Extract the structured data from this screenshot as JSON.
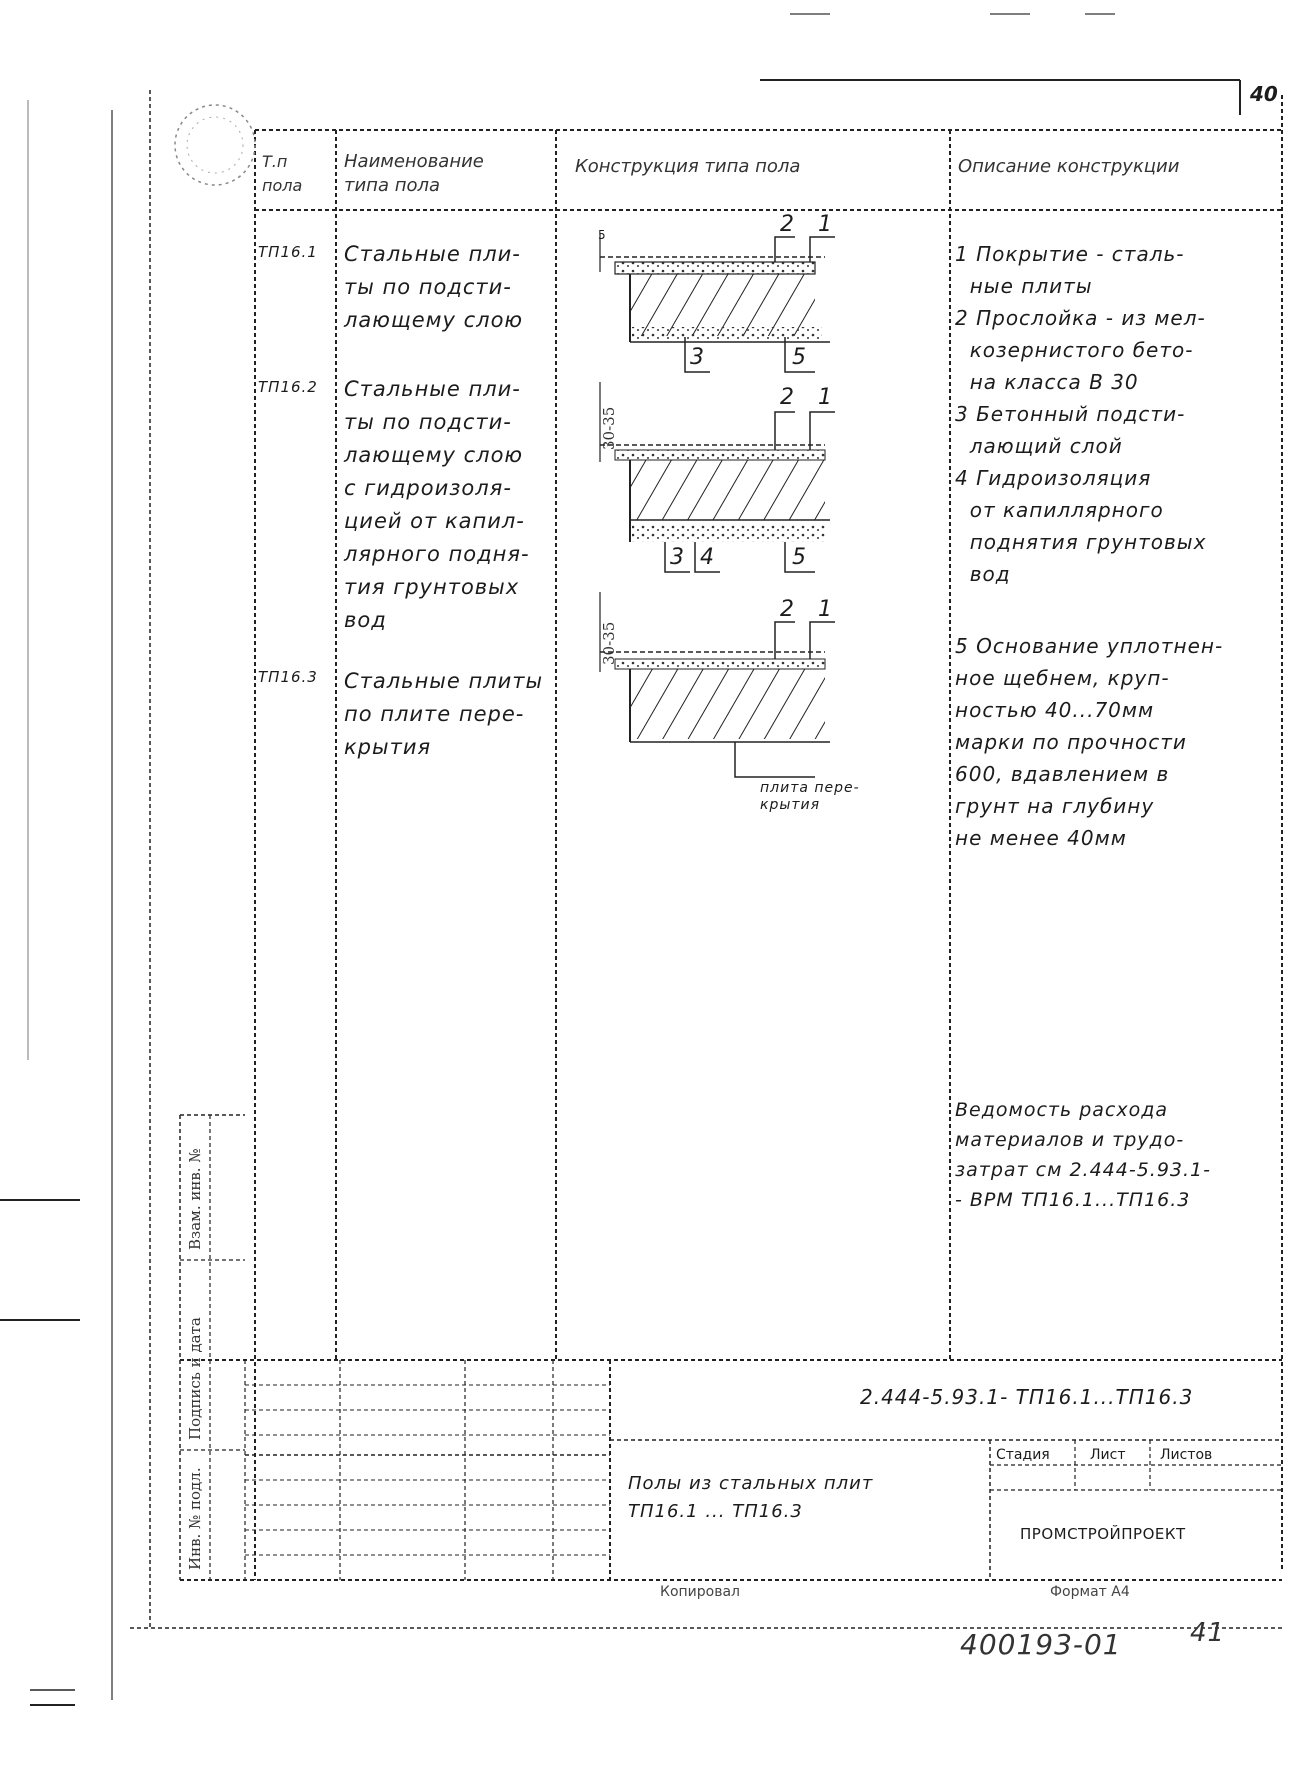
{
  "page": {
    "sheet_number": "40",
    "bottom_stamp": "400193-01",
    "bottom_page": "41"
  },
  "table": {
    "headers": {
      "code": "Т.п\nпола",
      "name": "Наименование\nтипа пола",
      "construction": "Конструкция типа пола",
      "description": "Описание конструкции"
    },
    "rows": [
      {
        "code": "ТП16.1",
        "name": "Стальные пли-\nты по подсти-\nлающему слою",
        "diagram_labels": [
          "2",
          "1",
          "3",
          "5"
        ],
        "dim": "5"
      },
      {
        "code": "ТП16.2",
        "name": "Стальные пли-\nты по подсти-\nлающему слою\nс гидроизоля-\nцией от капил-\nлярного подня-\nтия грунтовых\nвод",
        "diagram_labels": [
          "2",
          "1",
          "3",
          "4",
          "5"
        ],
        "dim": "30-35"
      },
      {
        "code": "ТП16.3",
        "name": "Стальные плиты\nпо плите пере-\nкрытия",
        "diagram_labels": [
          "2",
          "1"
        ],
        "dim": "30-35",
        "slab_label": "плита пере-\nкрытия"
      }
    ],
    "description": "1 Покрытие - сталь-\n  ные плиты\n2 Прослойка - из мел-\n  козернистого бето-\n  на класса В 30\n3 Бетонный подсти-\n  лающий слой\n4 Гидроизоляция\n  от капиллярного\n  поднятия грунтовых\n  вод",
    "description_5": "5 Основание уплотнен-\nное щебнем, круп-\nностью 40...70мм\nмарки по прочности\n600, вдавлением в\nгрунт на глубину\nне менее 40мм",
    "note": "Ведомость расхода\nматериалов и трудо-\nзатрат см 2.444-5.93.1-\n- ВРМ ТП16.1...ТП16.3"
  },
  "title_block": {
    "designation": "2.444-5.93.1- ТП16.1...ТП16.3",
    "title": "Полы из стальных плит\nТП16.1 ... ТП16.3",
    "stage_header": "Стадия",
    "sheet_header": "Лист",
    "sheets_header": "Листов",
    "organization": "ПРОМСТРОЙПРОЕКТ",
    "copied": "Копировал",
    "format": "Формат А4"
  },
  "margin_labels": {
    "inv_orig": "Инв. № подл.",
    "sign_date": "Подпись и дата",
    "replace_inv": "Взам. инв. №"
  }
}
